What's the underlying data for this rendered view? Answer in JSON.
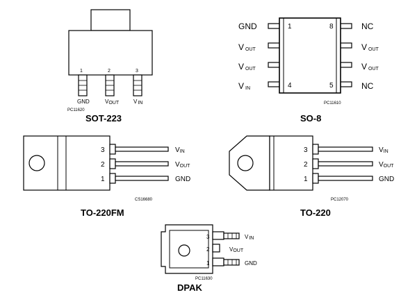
{
  "sot223": {
    "title": "SOT-223",
    "pins": [
      "1",
      "2",
      "3"
    ],
    "labels": {
      "gnd": "GND",
      "vout_main": "V",
      "vout_sub": "OUT",
      "vin_main": "V",
      "vin_sub": "IN"
    },
    "code": "PC11620"
  },
  "so8": {
    "title": "SO-8",
    "left_labels": [
      {
        "main": "GND",
        "sub": ""
      },
      {
        "main": "V",
        "sub": "OUT"
      },
      {
        "main": "V",
        "sub": "OUT"
      },
      {
        "main": "V",
        "sub": "IN"
      }
    ],
    "right_labels": [
      {
        "main": "NC",
        "sub": ""
      },
      {
        "main": "V",
        "sub": "OUT"
      },
      {
        "main": "V",
        "sub": "OUT"
      },
      {
        "main": "NC",
        "sub": ""
      }
    ],
    "pin_numbers": {
      "p1": "1",
      "p4": "4",
      "p8": "8",
      "p5": "5"
    },
    "code": "PC11610"
  },
  "to220fm": {
    "title": "TO-220FM",
    "pins": [
      "3",
      "2",
      "1"
    ],
    "labels": [
      {
        "main": "V",
        "sub": "IN"
      },
      {
        "main": "V",
        "sub": "OUT"
      },
      {
        "main": "GND",
        "sub": ""
      }
    ],
    "code": "CS16680"
  },
  "to220": {
    "title": "TO-220",
    "pins": [
      "3",
      "2",
      "1"
    ],
    "labels": [
      {
        "main": "V",
        "sub": "IN"
      },
      {
        "main": "V",
        "sub": "OUT"
      },
      {
        "main": "GND",
        "sub": ""
      }
    ],
    "code": "PC12070"
  },
  "dpak": {
    "title": "DPAK",
    "pins": [
      "3",
      "2",
      "1"
    ],
    "labels": [
      {
        "main": "V",
        "sub": "IN"
      },
      {
        "main": "V",
        "sub": "OUT"
      },
      {
        "main": "GND",
        "sub": ""
      }
    ],
    "code": "PC11630"
  }
}
